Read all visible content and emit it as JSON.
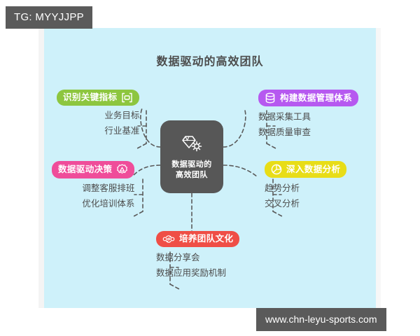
{
  "overlay": {
    "tg_badge": "TG: MYYJJPP",
    "watermark": "www.chn-leyu-sports.com"
  },
  "mindmap": {
    "title": "数据驱动的高效团队",
    "center": {
      "label_line1": "数据驱动的",
      "label_line2": "高效团队",
      "icon": "gem-gear-icon",
      "color": "#575757"
    },
    "branches": [
      {
        "id": "kpi",
        "label": "识别关键指标",
        "icon": "bracket-target-icon",
        "color": "#8dc63f",
        "side": "left",
        "children": [
          "业务目标",
          "行业基准"
        ]
      },
      {
        "id": "decision",
        "label": "数据驱动决策",
        "icon": "gear-triangle-icon",
        "color": "#ef4d9a",
        "side": "left",
        "children": [
          "调整客服排班",
          "优化培训体系"
        ]
      },
      {
        "id": "data-system",
        "label": "构建数据管理体系",
        "icon": "database-icon",
        "color": "#b659f0",
        "side": "right",
        "children": [
          "数据采集工具",
          "数据质量审查"
        ]
      },
      {
        "id": "analysis",
        "label": "深入数据分析",
        "icon": "pie-chart-icon",
        "color": "#e8dd17",
        "side": "right",
        "children": [
          "趋势分析",
          "交叉分析"
        ]
      },
      {
        "id": "culture",
        "label": "培养团队文化",
        "icon": "team-exchange-icon",
        "color": "#ef4e46",
        "side": "bottom",
        "children": [
          "数据分享会",
          "数据应用奖励机制"
        ]
      }
    ]
  },
  "colors": {
    "canvas_background": "#cef1fa",
    "page_background": "#ffffff",
    "badge_background": "#5a5a5a",
    "connector": "#5a5a5a",
    "text": "#4c4c4c"
  }
}
